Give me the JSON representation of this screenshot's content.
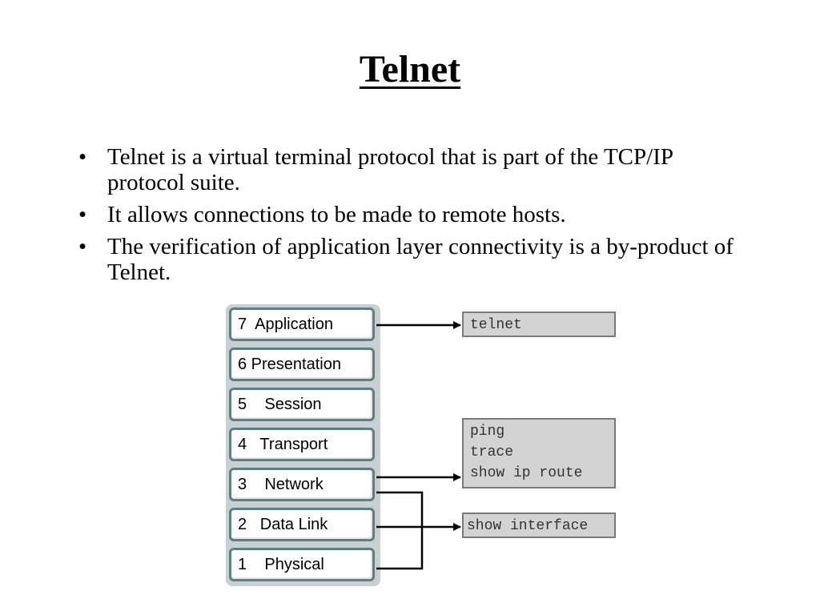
{
  "slide": {
    "title": "Telnet",
    "bullets": [
      "Telnet is a virtual terminal protocol that is part of the TCP/IP protocol suite.",
      "It allows connections to be made to remote hosts.",
      "The verification of application layer connectivity is a by-product of Telnet."
    ],
    "bullet_glyph": "•"
  },
  "diagram": {
    "layers": [
      "7  Application",
      "6 Presentation",
      "5    Session",
      "4   Transport",
      "3    Network",
      "2   Data Link",
      "1    Physical"
    ],
    "commands": {
      "application": [
        "telnet"
      ],
      "network": [
        "ping",
        "trace",
        "show ip route"
      ],
      "interface": [
        "show interface"
      ]
    },
    "colors": {
      "layer_border": "#5e7e82",
      "command_fill": "#d3d3d3"
    }
  }
}
